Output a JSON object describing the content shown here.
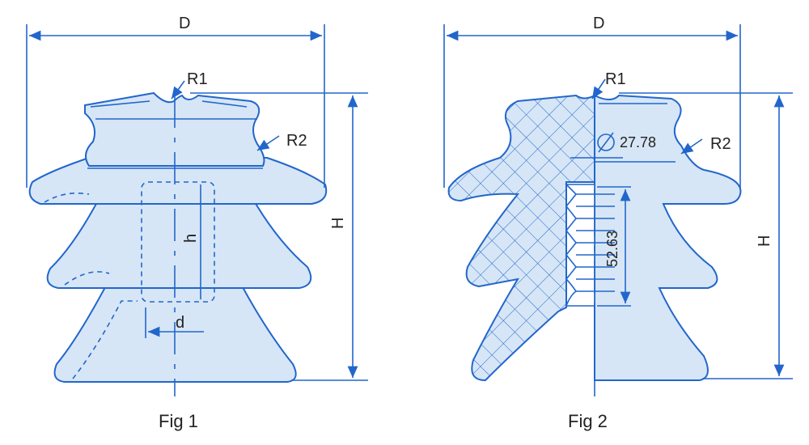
{
  "colors": {
    "line": "#2266cc",
    "fill": "#d6e6f6",
    "text": "#222222",
    "background": "#ffffff"
  },
  "fig1": {
    "caption": "Fig 1",
    "labels": {
      "D": "D",
      "H": "H",
      "h": "h",
      "d": "d",
      "R1": "R1",
      "R2": "R2"
    }
  },
  "fig2": {
    "caption": "Fig 2",
    "labels": {
      "D": "D",
      "H": "H",
      "R1": "R1",
      "R2": "R2",
      "diameter": "27.78",
      "depth": "52.63"
    }
  }
}
